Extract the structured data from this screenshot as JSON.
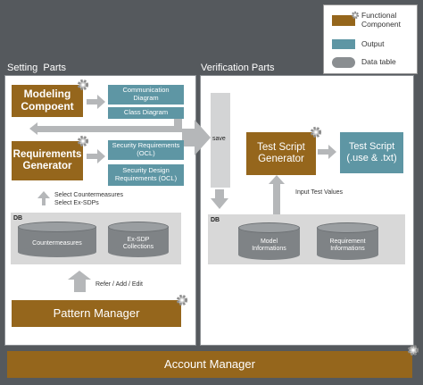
{
  "legend": {
    "functional": "Functional\nComponent",
    "output": "Output",
    "data_table": "Data table"
  },
  "colors": {
    "functional": "#95661c",
    "output": "#5e96a4",
    "data_table": "#8a8e91",
    "background": "#55595d"
  },
  "setting": {
    "title": "Setting  Parts",
    "modeling": "Modeling\nCompoent",
    "comm_diagram": "Communication\nDiagram",
    "class_diagram": "Class Diagram",
    "req_gen": "Requirements\nGenerator",
    "sec_req": "Security Requirements\n(OCL)",
    "sec_design_req": "Security Design\nRequirements (OCL)",
    "select_note": "Select Countermeasures\nSelect Ex-SDPs",
    "db_label": "DB",
    "countermeasures": "Countermeasures",
    "ex_sdp": "Ex-SDP\nCollections",
    "refer_note": "Refer / Add / Edit",
    "pattern_manager": "Pattern Manager"
  },
  "verification": {
    "title": "Verification Parts",
    "save": "save",
    "test_gen": "Test Script\nGenerator",
    "test_script": "Test Script\n(.use & .txt)",
    "input_note": "Input Test Values",
    "db_label": "DB",
    "model_info": "Model\nInformations",
    "req_info": "Requirement\nInformations"
  },
  "account_manager": "Account Manager"
}
